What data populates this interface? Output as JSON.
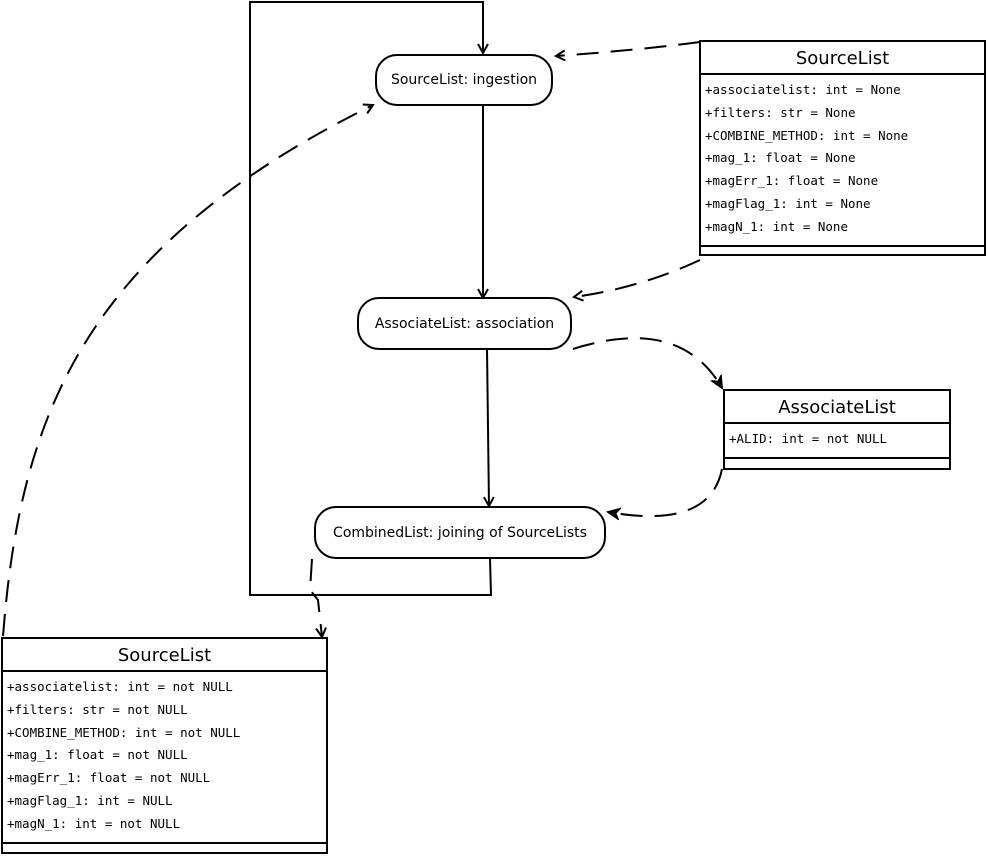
{
  "nodes": {
    "ingestion": "SourceList: ingestion",
    "association": "AssociateList: association",
    "joining": "CombinedList: joining of SourceLists"
  },
  "classes": {
    "source_top": {
      "title": "SourceList",
      "attributes": [
        "+associatelist: int = None",
        "+filters: str = None",
        "+COMBINE_METHOD: int = None",
        "+mag_1: float = None",
        "+magErr_1: float = None",
        "+magFlag_1: int = None",
        "+magN_1: int = None"
      ]
    },
    "associate": {
      "title": "AssociateList",
      "attributes": [
        "+ALID: int = not NULL"
      ]
    },
    "source_bottom": {
      "title": "SourceList",
      "attributes": [
        "+associatelist: int = not NULL",
        "+filters: str = not NULL",
        "+COMBINE_METHOD: int = not NULL",
        "+mag_1: float = not NULL",
        "+magErr_1: float = not NULL",
        "+magFlag_1: int = NULL",
        "+magN_1: int = not NULL"
      ]
    }
  }
}
